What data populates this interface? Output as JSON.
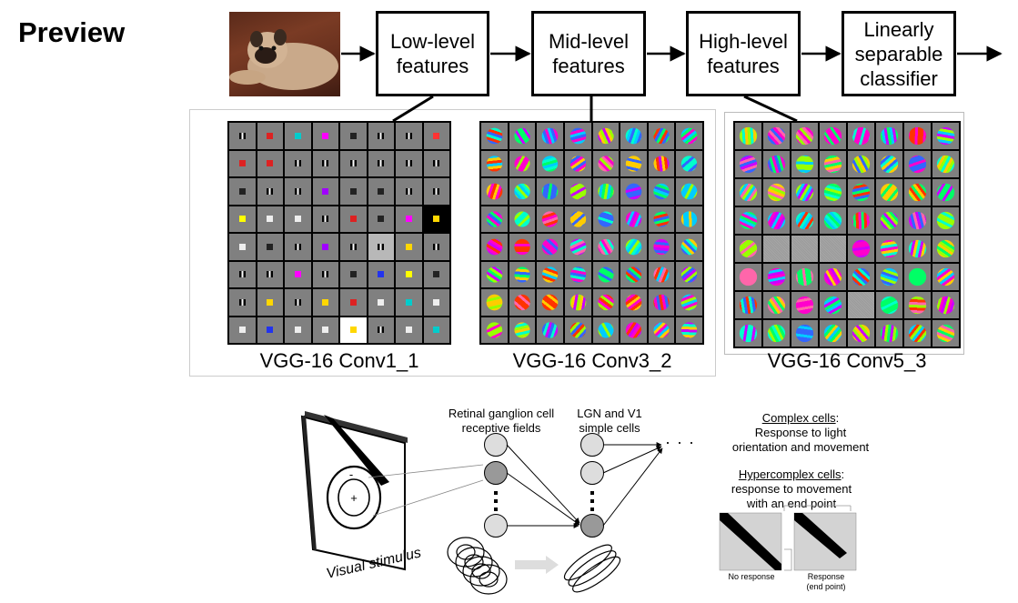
{
  "title": "Preview",
  "pipeline": {
    "low": {
      "line1": "Low-level",
      "line2": "features"
    },
    "mid": {
      "line1": "Mid-level",
      "line2": "features"
    },
    "high": {
      "line1": "High-level",
      "line2": "features"
    },
    "classifier": {
      "line1": "Linearly",
      "line2": "separable",
      "line3": "classifier"
    }
  },
  "panels": {
    "conv1": "VGG-16 Conv1_1",
    "conv3": "VGG-16 Conv3_2",
    "conv5": "VGG-16 Conv5_3"
  },
  "bio": {
    "retinal": {
      "line1": "Retinal ganglion cell",
      "line2": "receptive fields"
    },
    "lgn": {
      "line1": "LGN and V1",
      "line2": "simple cells"
    },
    "complex": {
      "title": "Complex cells",
      "colon": ":",
      "line1": "Response to light",
      "line2": "orientation and movement"
    },
    "hyper": {
      "title": "Hypercomplex cells",
      "colon": ":",
      "line1": "response to movement",
      "line2": "with an end point"
    },
    "visual_stimulus": "Visual stimulus",
    "no_response": "No response",
    "response": {
      "line1": "Response",
      "line2": "(end point)"
    },
    "ellipsis": "· · ·",
    "plus": "+",
    "minus": "-"
  },
  "colors": {
    "filter_bg": "#7f7f7f",
    "cell_dark": "#909090",
    "cell_light": "#a0a0a0",
    "arrow": "#000000"
  }
}
